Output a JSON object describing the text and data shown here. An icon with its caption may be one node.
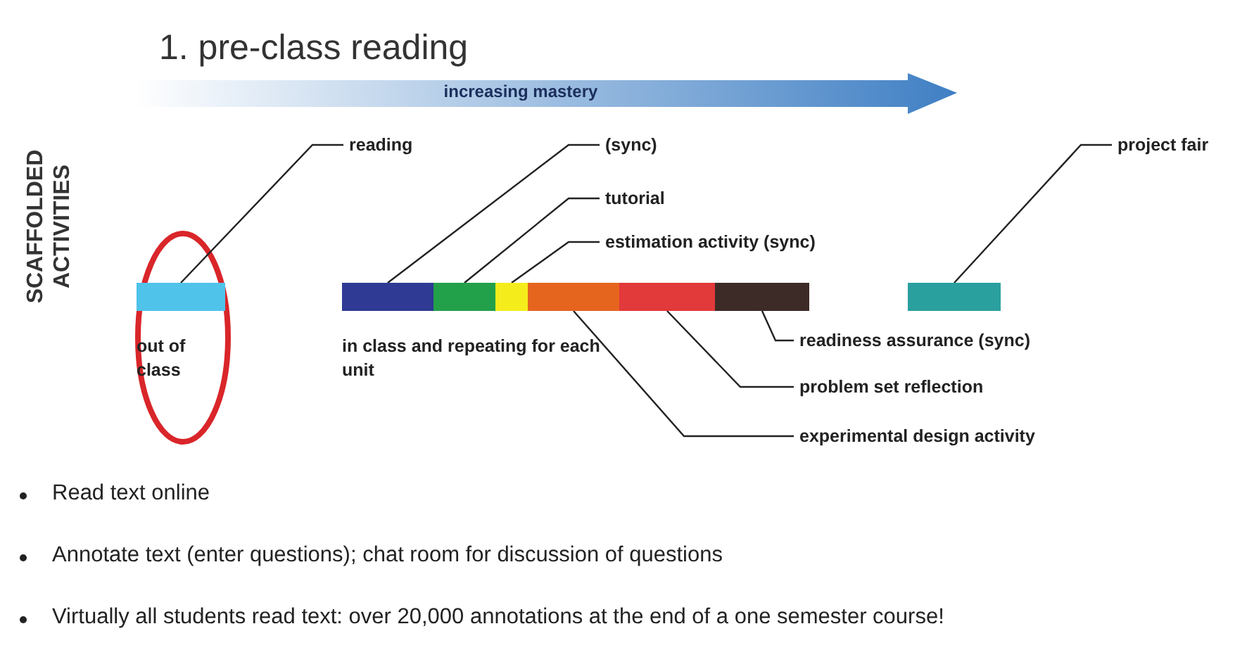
{
  "diagram": {
    "title": "1. pre-class reading",
    "nodes": [
      {
        "text": [
          "reading"
        ]
      },
      {
        "text": [
          "(sync)"
        ]
      },
      {
        "text": [
          "tutorial"
        ]
      },
      {
        "text": [
          "estimation activity (sync)"
        ]
      },
      {
        "text": [
          "project fair"
        ]
      },
      {
        "text": [],
        "shape": "bar"
      },
      {
        "text": [],
        "shape": "bar"
      },
      {
        "text": [],
        "shape": "bar"
      },
      {
        "text": [],
        "shape": "bar"
      },
      {
        "text": [],
        "shape": "bar"
      },
      {
        "text": [],
        "shape": "bar"
      },
      {
        "text": [],
        "shape": "bar"
      },
      {
        "text": [],
        "shape": "bar"
      },
      {
        "text": [
          "readiness assurance (sync)"
        ]
      },
      {
        "text": [
          "problem set reflection"
        ]
      },
      {
        "text": [
          "experimental design activity"
        ]
      }
    ],
    "edges": [
      {
        "from": 0,
        "to": 5,
        "arrow": "none"
      },
      {
        "from": 1,
        "to": 6,
        "arrow": "none"
      },
      {
        "from": 2,
        "to": 7,
        "arrow": "none"
      },
      {
        "from": 3,
        "to": 8,
        "arrow": "none"
      },
      {
        "from": 4,
        "to": 12,
        "arrow": "none"
      },
      {
        "from": 13,
        "to": 11,
        "arrow": "none"
      },
      {
        "from": 14,
        "to": 10,
        "arrow": "none"
      },
      {
        "from": 15,
        "to": 9,
        "arrow": "none"
      }
    ],
    "labels": [
      "increasing mastery",
      "SCAFFOLDED ACTIVITIES",
      "out of class",
      "in class and repeating for each unit",
      "Read text online",
      "Annotate text  (enter questions); chat room for discussion of questions",
      "Virtually all students read text: over 20,000 annotations at the end of a one semester course!"
    ]
  }
}
